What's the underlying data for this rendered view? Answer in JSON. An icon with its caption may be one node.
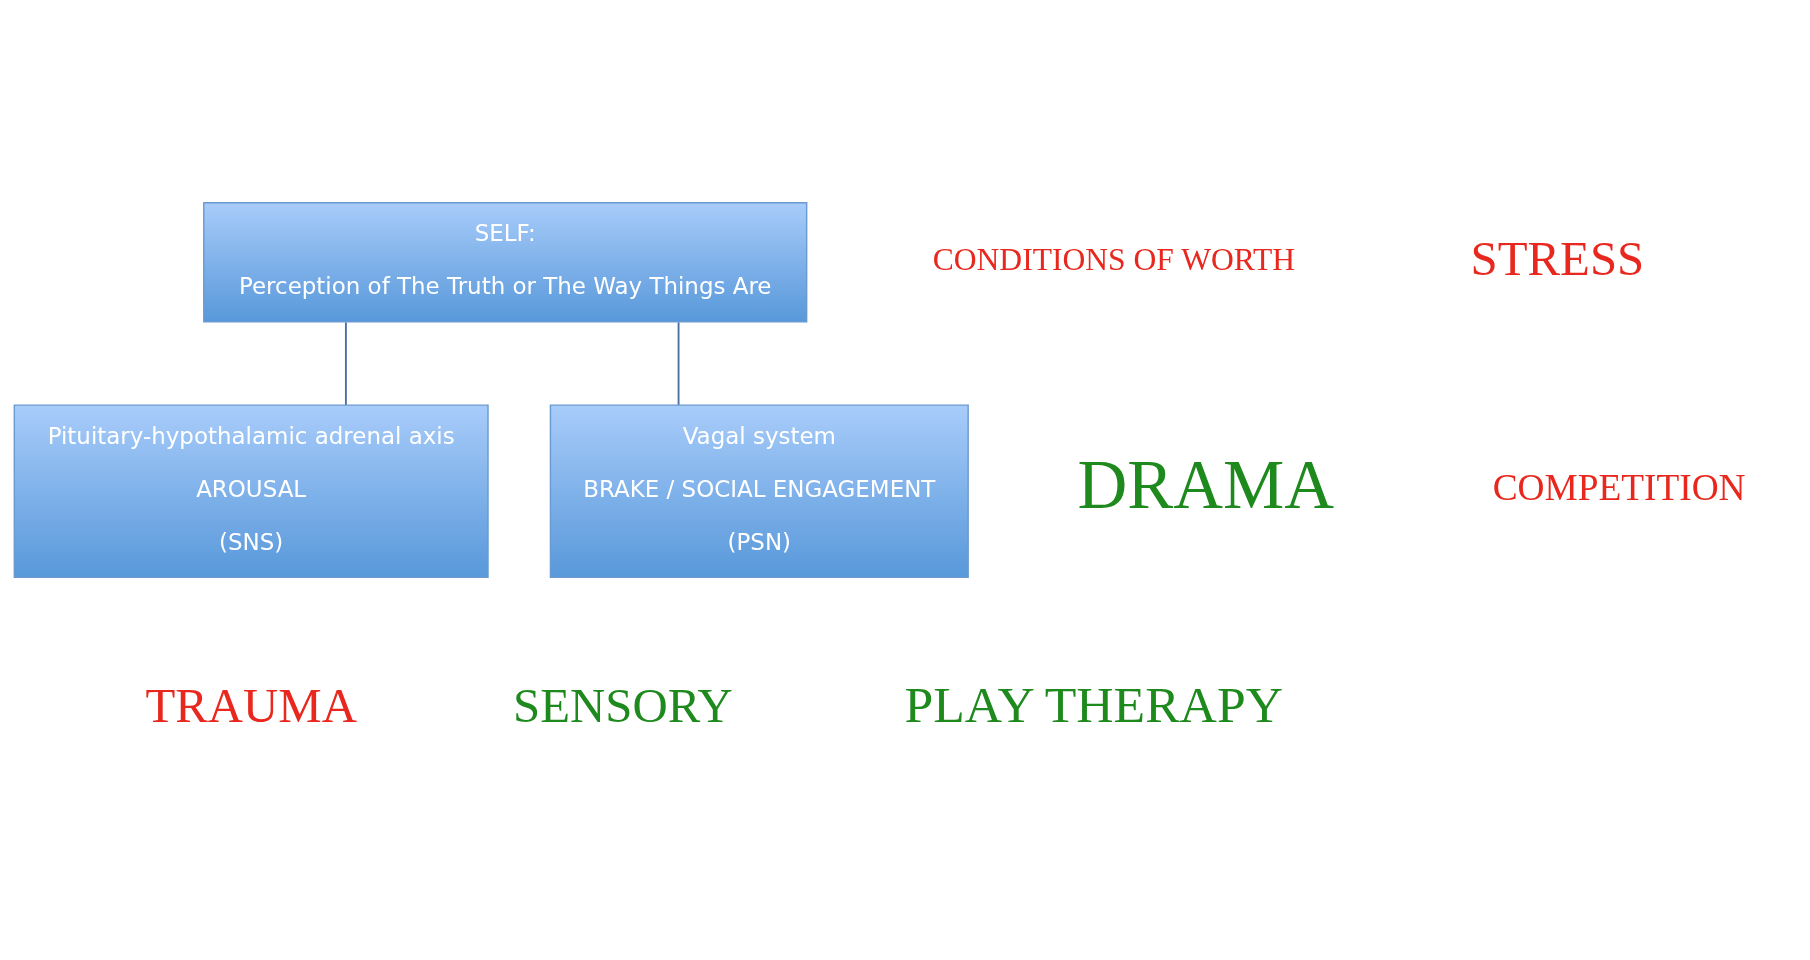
{
  "diagram": {
    "nodes": [
      {
        "text": [
          "SELF:",
          "Perception of The Truth or The Way Things Are"
        ]
      },
      {
        "text": [
          "Pituitary-hypothalamic adrenal axis",
          "AROUSAL",
          "(SNS)"
        ]
      },
      {
        "text": [
          "Vagal system",
          "BRAKE / SOCIAL ENGAGEMENT",
          "(PSN)"
        ]
      }
    ],
    "edges": [
      {
        "from": 0,
        "to": 1,
        "arrow": "none"
      },
      {
        "from": 0,
        "to": 2,
        "arrow": "none"
      }
    ],
    "labels": [
      "CONDITIONS OF WORTH",
      "STRESS",
      "DRAMA",
      "COMPETITION",
      "TRAUMA",
      "SENSORY",
      "PLAY THERAPY"
    ]
  }
}
